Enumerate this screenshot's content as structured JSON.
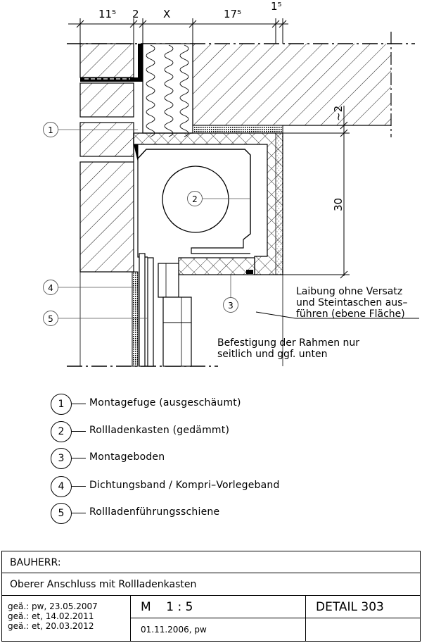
{
  "dimensions": {
    "top": [
      "11⁵",
      "2",
      "X",
      "17⁵",
      "1⁵"
    ],
    "gap_label": "~2",
    "height_label": "30"
  },
  "callouts": {
    "c1": "1",
    "c2": "2",
    "c3": "3",
    "c4": "4",
    "c5": "5"
  },
  "notes": {
    "laibung": [
      "Laibung ohne Versatz",
      "und Steintaschen aus–",
      "führen (ebene Fläche)"
    ],
    "befestigung": [
      "Befestigung der Rahmen nur",
      "seitlich und ggf. unten"
    ]
  },
  "legend": [
    {
      "number": "1",
      "text": "Montagefuge (ausgeschäumt)"
    },
    {
      "number": "2",
      "text": "Rollladenkasten (gedämmt)"
    },
    {
      "number": "3",
      "text": "Montageboden"
    },
    {
      "number": "4",
      "text": "Dichtungsband / Kompri–Vorlegeband"
    },
    {
      "number": "5",
      "text": "Rollladenführungsschiene"
    }
  ],
  "title_block": {
    "client_label": "BAUHERR:",
    "title": "Oberer Anschluss mit Rollladenkasten",
    "revisions": [
      "geä.: pw, 23.05.2007",
      "geä.: et, 14.02.2011",
      "geä.: et, 20.03.2012"
    ],
    "scale": "M    1 : 5",
    "date": "01.11.2006, pw",
    "detail": "DETAIL 303"
  }
}
